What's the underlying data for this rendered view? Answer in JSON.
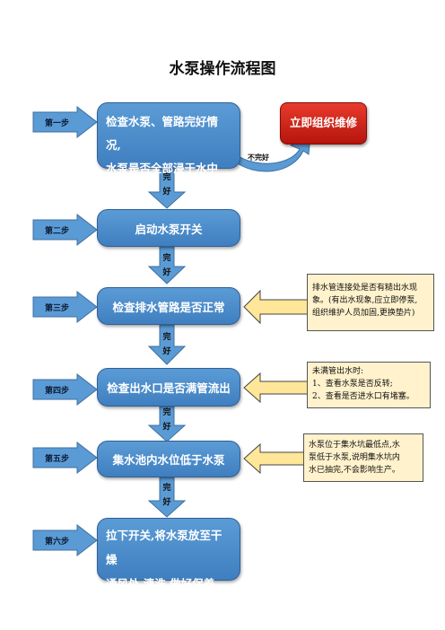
{
  "title": "水泵操作流程图",
  "steps": [
    {
      "tag": "第一步",
      "lines": [
        "检查水泵、管路完好情况,",
        "水泵是否全部浸于水中"
      ]
    },
    {
      "tag": "第二步",
      "lines": [
        "启动水泵开关"
      ]
    },
    {
      "tag": "第三步",
      "lines": [
        "检查排水管路是否正常"
      ]
    },
    {
      "tag": "第四步",
      "lines": [
        "检查出水口是否满管流出"
      ]
    },
    {
      "tag": "第五步",
      "lines": [
        "集水池内水位低于水泵"
      ]
    },
    {
      "tag": "第六步",
      "lines": [
        "拉下开关,将水泵放至干燥",
        "通风处,清洗,做好保养"
      ]
    }
  ],
  "connector_labels": [
    [
      "完",
      "好"
    ],
    [
      "完",
      "好"
    ],
    [
      "完",
      "好"
    ],
    [
      "完",
      "好"
    ],
    [
      "完",
      "好"
    ]
  ],
  "fail_branch": {
    "label": "不完好",
    "action": "立即组织维修"
  },
  "notes": [
    {
      "lines": [
        "排水管连接处是否有糙出水现",
        "象。(有出水现象,应立即停泵,",
        "组织维护人员加固,更换垫片)"
      ]
    },
    {
      "lines": [
        "未满管出水时:",
        "1、查看水泵是否反转;",
        "2、查看是否进水口有堵塞。"
      ]
    },
    {
      "lines": [
        "水泵位于集水坑最低点,水",
        "泵低于水泵,说明集水坑内",
        "水已抽完,不会影响生产。"
      ]
    }
  ],
  "colors": {
    "step_box": "#4a8ccb",
    "arrow": "#5b9bd5",
    "repair_box": "#d42a1f",
    "note_fill": "#fff2cc",
    "note_arrow": "#ffe699"
  }
}
